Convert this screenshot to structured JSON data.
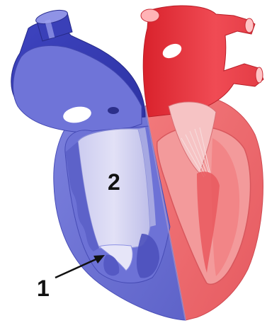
{
  "diagram": {
    "labels": [
      {
        "id": "1",
        "text": "1"
      },
      {
        "id": "2",
        "text": "2"
      }
    ],
    "colors": {
      "deoxygenated_blue_dark": "#3a3fb6",
      "deoxygenated_blue_light": "#8c90e3",
      "oxygenated_red_dark": "#e8363e",
      "oxygenated_red_light": "#f48d8e",
      "valve_leaflet_lavender": "#d8d7f1",
      "outline": "#2c2f8a",
      "label_color": "#111111"
    }
  }
}
